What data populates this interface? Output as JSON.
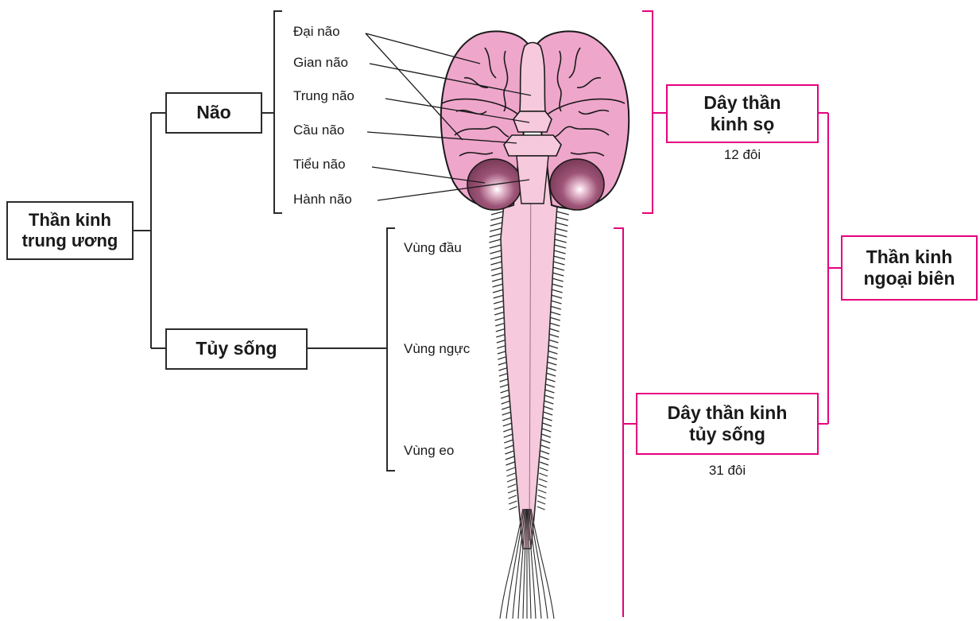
{
  "central": {
    "title": "Thần kinh\ntrung ương",
    "brain": "Não",
    "spinal_cord": "Tủy sống"
  },
  "brain_parts": {
    "cerebrum": "Đại não",
    "diencephalon": "Gian não",
    "midbrain": "Trung não",
    "pons": "Cầu não",
    "cerebellum": "Tiểu não",
    "medulla": "Hành não"
  },
  "spinal_regions": {
    "cervical": "Vùng đầu",
    "thoracic": "Vùng ngực",
    "lumbar": "Vùng eo"
  },
  "peripheral": {
    "title": "Thần kinh\nngoại biên",
    "cranial_nerves": "Dây thần\nkinh sọ",
    "cranial_count": "12 đôi",
    "spinal_nerves": "Dây thần kinh\ntủy sống",
    "spinal_count": "31 đôi"
  },
  "colors": {
    "bracket_black": "#2b2b2b",
    "bracket_pink": "#e6007e",
    "brain_pink": "#efa6cb",
    "brain_outline": "#1a1a1a",
    "cerebellum": "#8a4668",
    "cord": "#f6c9dc"
  }
}
